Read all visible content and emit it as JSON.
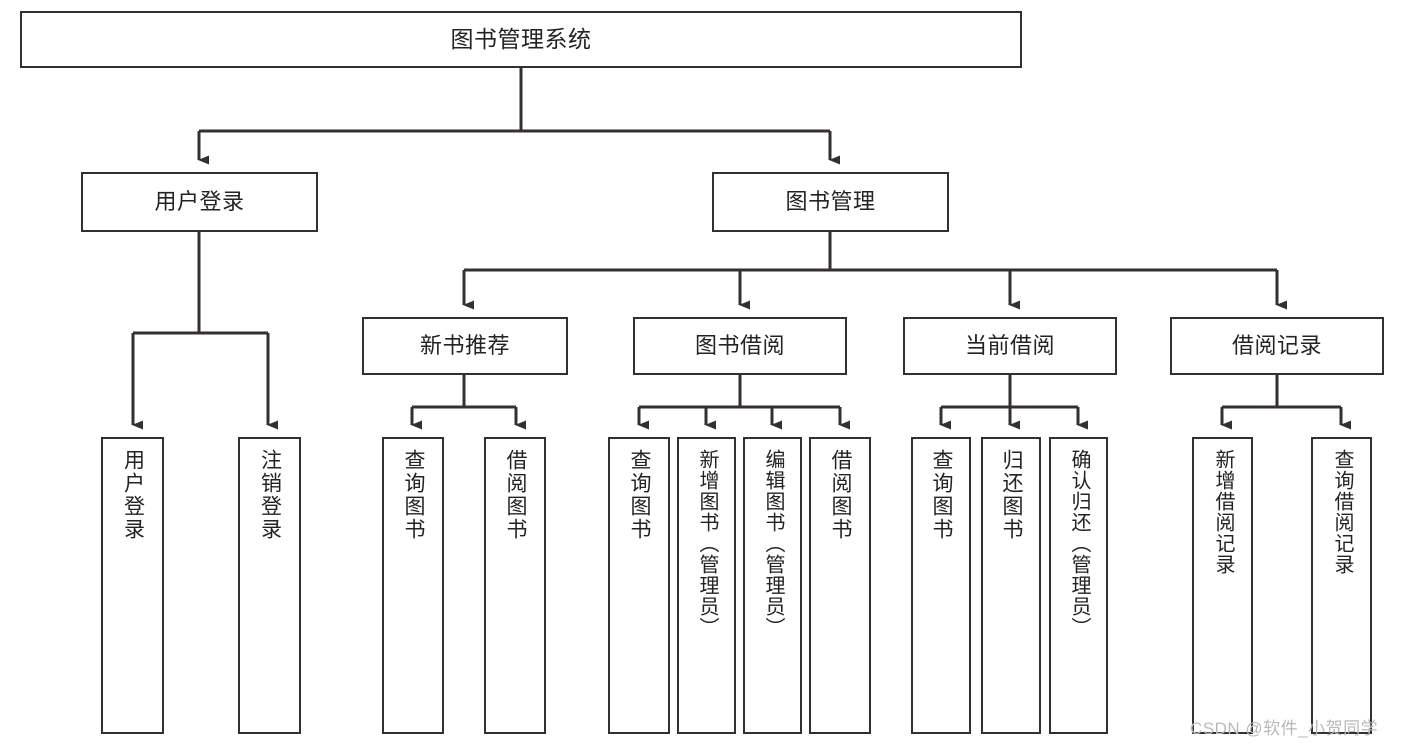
{
  "diagram": {
    "title": "图书管理系统",
    "type": "tree-hierarchy-chart",
    "colors": {
      "stroke": "#33302f",
      "fill": "#ffffff",
      "text": "#232323",
      "watermark": "#b9b9b9"
    },
    "nodes": {
      "root": {
        "label": "图书管理系统"
      },
      "level2": [
        {
          "label": "用户登录"
        },
        {
          "label": "图书管理"
        }
      ],
      "level3": [
        {
          "label": "新书推荐"
        },
        {
          "label": "图书借阅"
        },
        {
          "label": "当前借阅"
        },
        {
          "label": "借阅记录"
        }
      ],
      "leaves": {
        "user_login": [
          {
            "label": "用户登录"
          },
          {
            "label": "注销登录"
          }
        ],
        "new_book_recommend": [
          {
            "label": "查询图书"
          },
          {
            "label": "借阅图书"
          }
        ],
        "book_borrow": [
          {
            "label": "查询图书"
          },
          {
            "label": "新增图书（管理员）"
          },
          {
            "label": "编辑图书（管理员）"
          },
          {
            "label": "借阅图书"
          }
        ],
        "current_borrow": [
          {
            "label": "查询图书"
          },
          {
            "label": "归还图书"
          },
          {
            "label": "确认归还（管理员）"
          }
        ],
        "borrow_record": [
          {
            "label": "新增借阅记录"
          },
          {
            "label": "查询借阅记录"
          }
        ]
      }
    },
    "watermark": {
      "text": "CSDN @软件_小贺同学"
    }
  }
}
